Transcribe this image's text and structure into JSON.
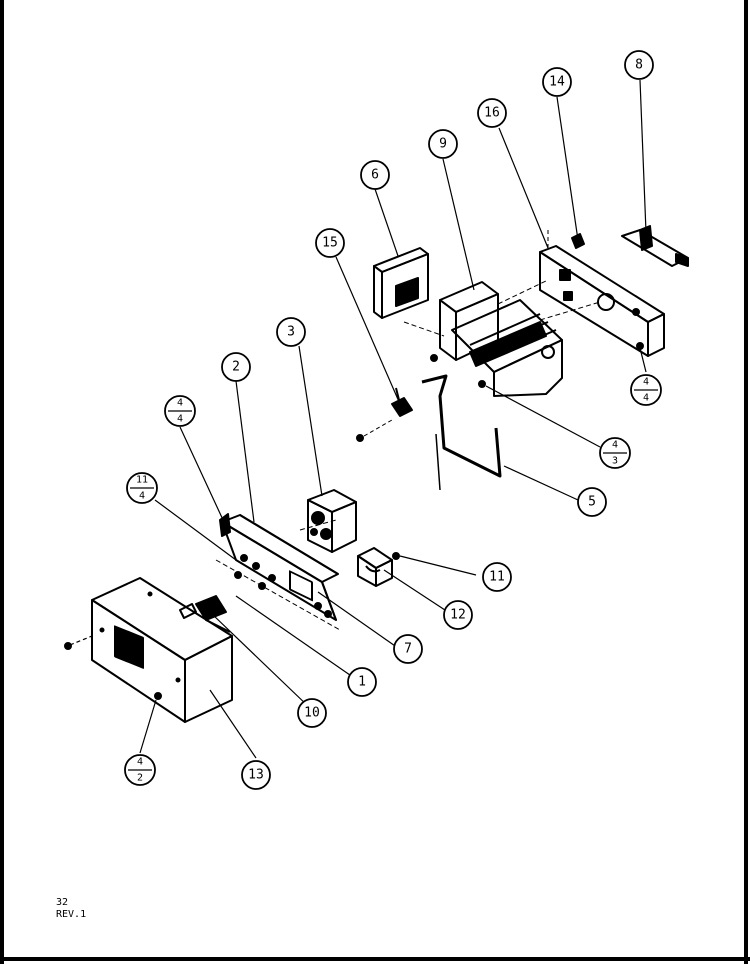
{
  "callouts": [
    {
      "id": "1",
      "label": "1"
    },
    {
      "id": "2",
      "label": "2"
    },
    {
      "id": "3",
      "label": "3"
    },
    {
      "id": "5",
      "label": "5"
    },
    {
      "id": "6",
      "label": "6"
    },
    {
      "id": "7",
      "label": "7"
    },
    {
      "id": "8",
      "label": "8"
    },
    {
      "id": "9",
      "label": "9"
    },
    {
      "id": "10",
      "label": "10"
    },
    {
      "id": "11",
      "label": "11"
    },
    {
      "id": "12",
      "label": "12"
    },
    {
      "id": "13",
      "label": "13"
    },
    {
      "id": "14",
      "label": "14"
    },
    {
      "id": "15",
      "label": "15"
    },
    {
      "id": "16",
      "label": "16"
    }
  ],
  "fraction_callouts": [
    {
      "id": "4-4-left",
      "top": "4",
      "bottom": "4"
    },
    {
      "id": "11-4",
      "top": "11",
      "bottom": "4"
    },
    {
      "id": "4-4-right",
      "top": "4",
      "bottom": "4"
    },
    {
      "id": "4-3",
      "top": "4",
      "bottom": "3"
    },
    {
      "id": "4-2",
      "top": "4",
      "bottom": "2"
    }
  ],
  "footer": {
    "page": "32",
    "revision": "REV.1"
  }
}
